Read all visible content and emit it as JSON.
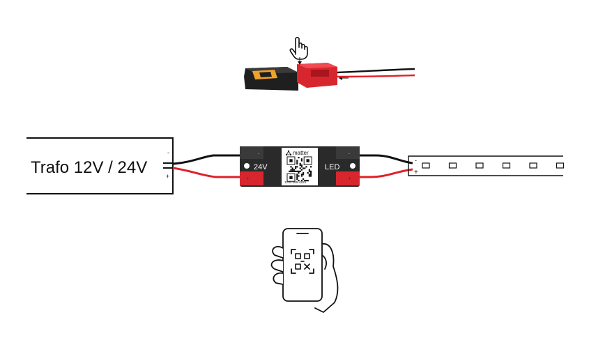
{
  "transformer": {
    "label": "Trafo 12V / 24V",
    "minus": "-",
    "plus": "+"
  },
  "controller": {
    "input_label": "24V",
    "output_label": "LED",
    "brand": "matter",
    "pairing_code": "1200-085-4825",
    "port_plus": "+",
    "port_minus": "-"
  },
  "led_strip": {
    "minus": "-",
    "plus": "+",
    "led_count": 6
  },
  "colors": {
    "wire_positive": "#e0202a",
    "wire_negative": "#111111",
    "connector": "#d8262e",
    "controller_body": "#2a2a2a",
    "connector_dark": "#333333"
  },
  "icons": {
    "tap": "hand-pointer-icon",
    "phone": "phone-qr-scan-icon"
  }
}
